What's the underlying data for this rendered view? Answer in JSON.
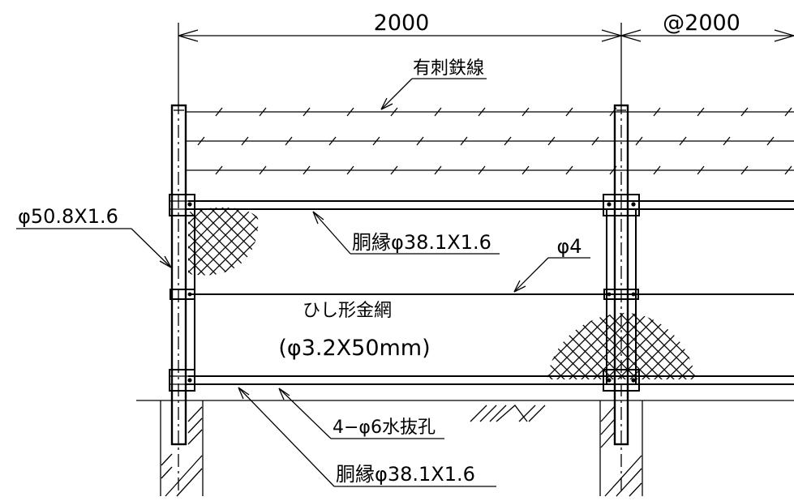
{
  "dimensions": {
    "span": "2000",
    "pitch": "@2000"
  },
  "labels": {
    "barbed_wire": "有刺鉄線",
    "post": "φ50.8X1.6",
    "upper_rail": "胴縁φ38.1X1.6",
    "tension_wire": "φ4",
    "mesh_name": "ひし形金網",
    "mesh_spec": "(φ3.2X50mm)",
    "drain_holes": "4−φ6水抜孔",
    "lower_rail": "胴縁φ38.1X1.6"
  }
}
